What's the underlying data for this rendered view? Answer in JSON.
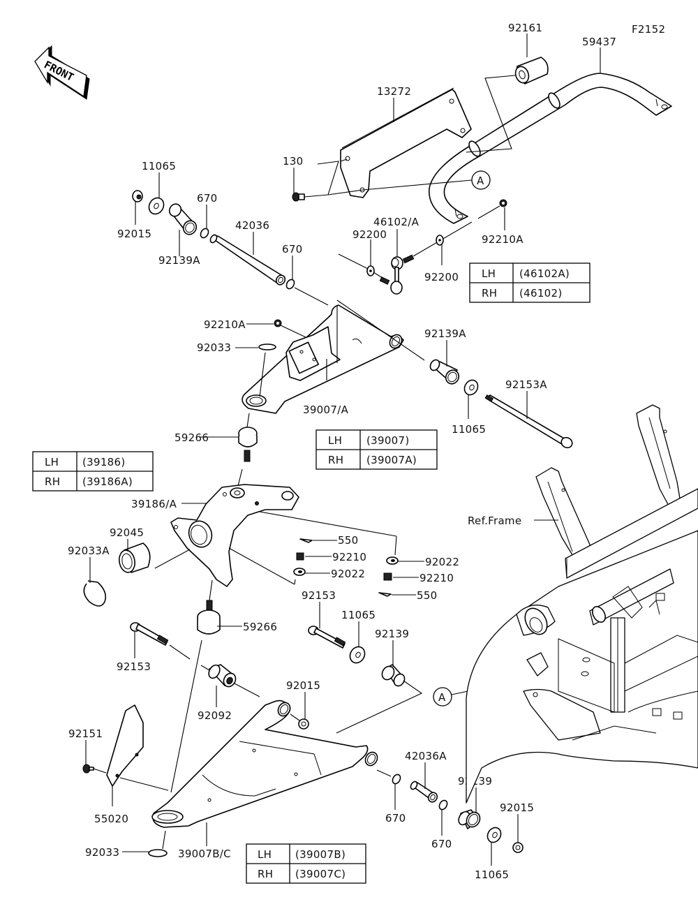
{
  "diagram": {
    "figure_id": "F2152",
    "front_arrow_text": "FRONT",
    "reference_label": "Ref.Frame",
    "callout_letter": "A",
    "parts": {
      "p92161": "92161",
      "p59437": "59437",
      "p13272": "13272",
      "p130": "130",
      "p11065_top": "11065",
      "p92015_top": "92015",
      "p670_a": "670",
      "p92139A_left": "92139A",
      "p42036": "42036",
      "p670_b": "670",
      "p46102A": "46102/A",
      "p92200_a": "92200",
      "p92200_b": "92200",
      "p92210A_top": "92210A",
      "p92210A_mid": "92210A",
      "p92033_top": "92033",
      "p39007A": "39007/A",
      "p92139A_right": "92139A",
      "p11065_mid": "11065",
      "p92153A": "92153A",
      "p59266_top": "59266",
      "p39186A": "39186/A",
      "p92045": "92045",
      "p92033A": "92033A",
      "p550_a": "550",
      "p92210_a": "92210",
      "p92022_a": "92022",
      "p92022_b": "92022",
      "p92210_b": "92210",
      "p550_b": "550",
      "p92153_mid": "92153",
      "p11065_low": "11065",
      "p92139_low": "92139",
      "p59266_low": "59266",
      "p92153_left": "92153",
      "p92092": "92092",
      "p92015_mid": "92015",
      "p92151": "92151",
      "p55020": "55020",
      "p92033_low": "92033",
      "p39007BC": "39007B/C",
      "p42036A": "42036A",
      "p670_c": "670",
      "p670_d": "670",
      "p92139_right": "92139",
      "p92015_right": "92015",
      "p11065_right": "11065"
    },
    "tables": {
      "stabilizer_link": {
        "rows": [
          {
            "side": "LH",
            "part": "(46102A)"
          },
          {
            "side": "RH",
            "part": "(46102)"
          }
        ]
      },
      "upper_arm": {
        "rows": [
          {
            "side": "LH",
            "part": "(39007)"
          },
          {
            "side": "RH",
            "part": "(39007A)"
          }
        ]
      },
      "knuckle": {
        "rows": [
          {
            "side": "LH",
            "part": "(39186)"
          },
          {
            "side": "RH",
            "part": "(39186A)"
          }
        ]
      },
      "lower_arm": {
        "rows": [
          {
            "side": "LH",
            "part": "(39007B)"
          },
          {
            "side": "RH",
            "part": "(39007C)"
          }
        ]
      }
    }
  }
}
